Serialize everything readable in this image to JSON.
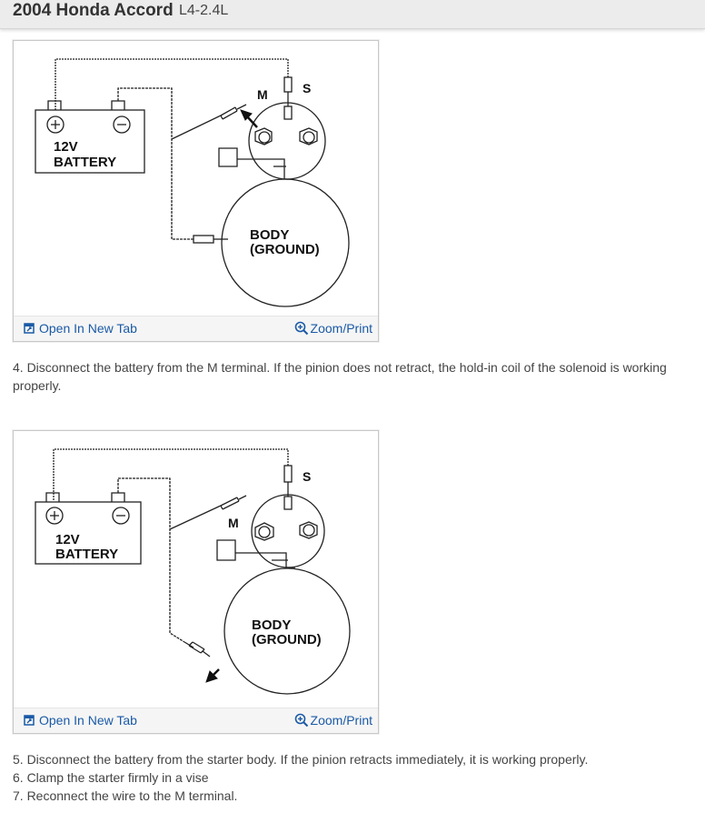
{
  "header": {
    "title": "2004 Honda Accord",
    "engine": "L4-2.4L"
  },
  "figure1": {
    "labels": {
      "battery_line1": "12V",
      "battery_line2": "BATTERY",
      "m_terminal": "M",
      "s_terminal": "S",
      "body_line1": "BODY",
      "body_line2": "(GROUND)"
    },
    "open_tab_label": "Open In New Tab",
    "zoom_label": "Zoom/Print",
    "open_icon": "open-new-tab-icon",
    "zoom_icon": "magnifier-plus-icon"
  },
  "step4": "4. Disconnect the battery from the M terminal. If the pinion does not retract, the hold-in coil of the solenoid is working properly.",
  "figure2": {
    "labels": {
      "battery_line1": "12V",
      "battery_line2": "BATTERY",
      "m_terminal": "M",
      "s_terminal": "S",
      "body_line1": "BODY",
      "body_line2": "(GROUND)"
    },
    "open_tab_label": "Open In New Tab",
    "zoom_label": "Zoom/Print",
    "open_icon": "open-new-tab-icon",
    "zoom_icon": "magnifier-plus-icon"
  },
  "steps": [
    "5. Disconnect the battery from the starter body. If the pinion retracts immediately, it is working properly.",
    "6. Clamp the starter firmly in a vise",
    "7. Reconnect the wire to the M terminal."
  ],
  "colors": {
    "link": "#1a5aa6",
    "header_bg": "#ececec",
    "text": "#444444"
  }
}
